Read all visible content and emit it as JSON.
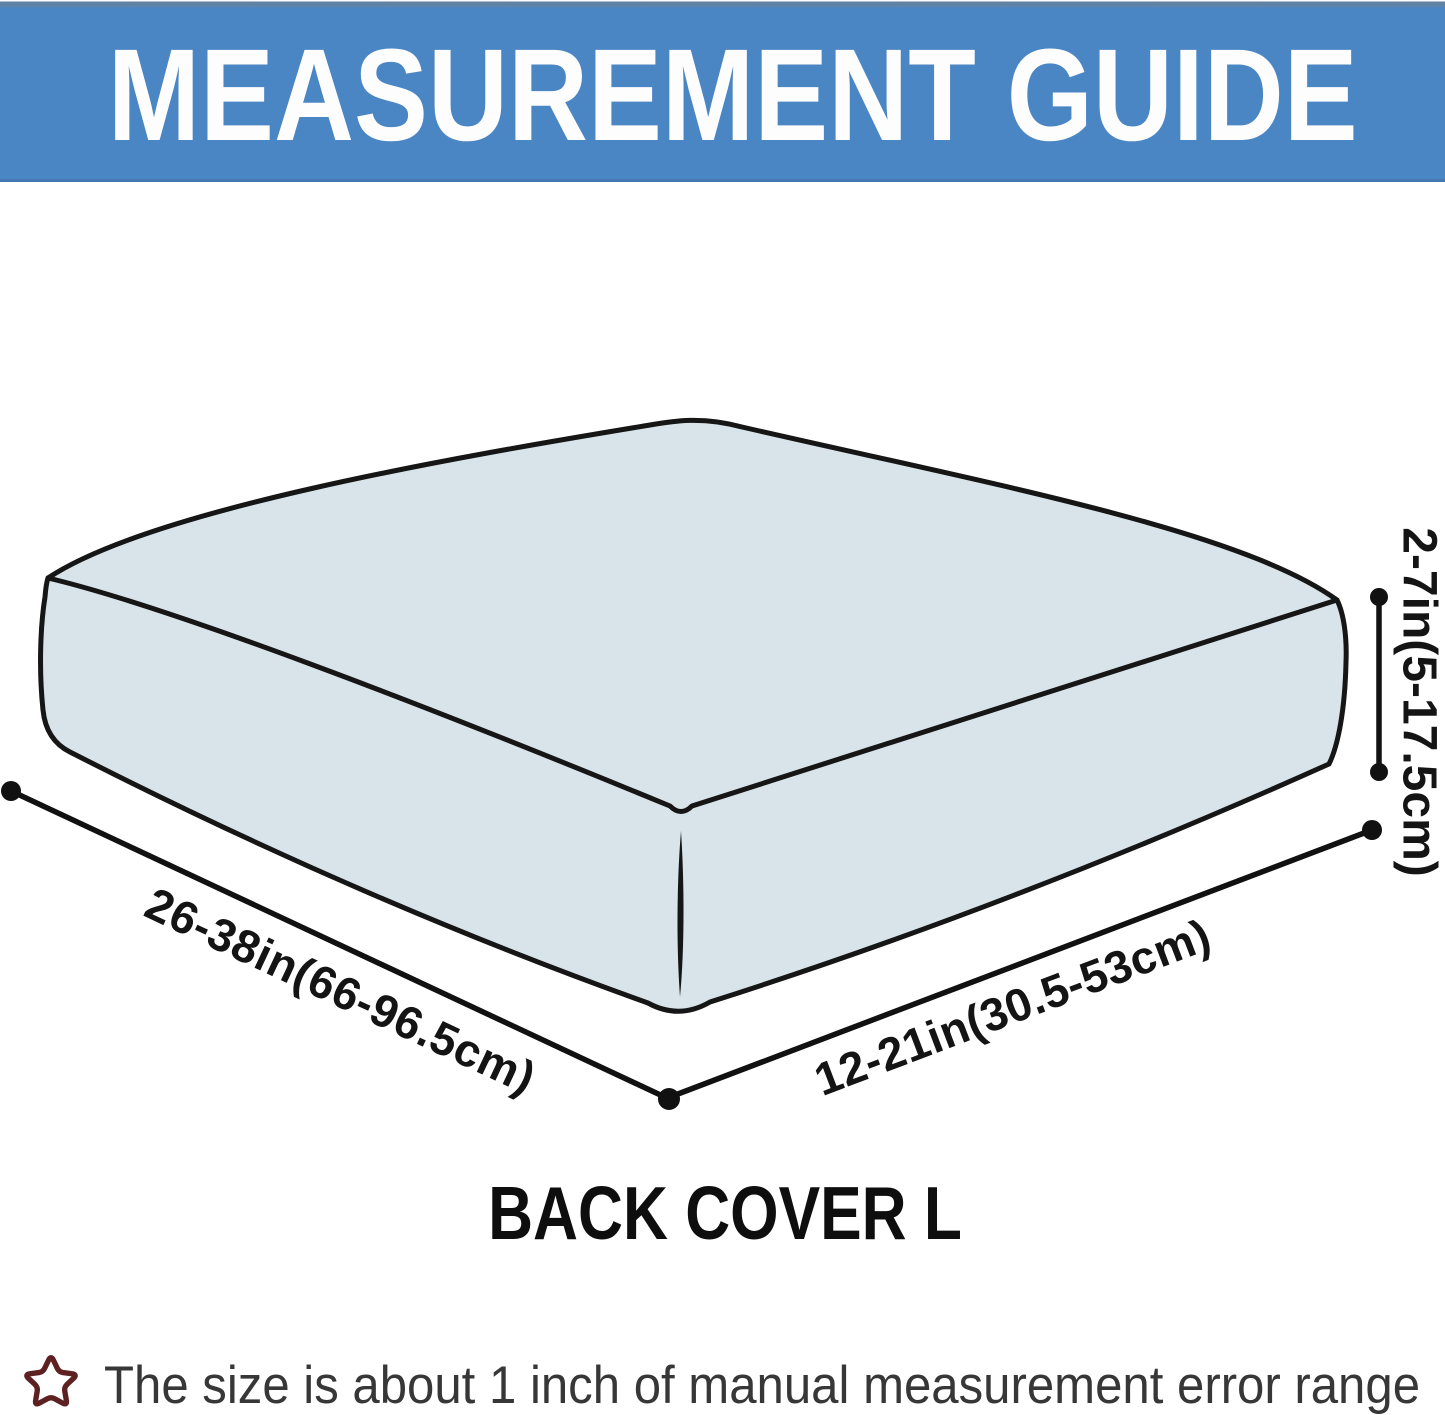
{
  "header": {
    "title": "MEASUREMENT GUIDE",
    "bg_color": "#4b86c4",
    "text_color": "#fdfdfd"
  },
  "diagram": {
    "cushion_fill": "#d8e4ea",
    "outline_color": "#161616",
    "dimension_labels": {
      "width": "26-38in(66-96.5cm)",
      "depth": "12-21in(30.5-53cm)",
      "height": "2-7in(5-17.5cm)"
    }
  },
  "product": {
    "label": "BACK COVER L"
  },
  "footnote": {
    "icon": "star-icon",
    "icon_color": "#5d2121",
    "text": "The size is about 1 inch of manual measurement error range"
  }
}
